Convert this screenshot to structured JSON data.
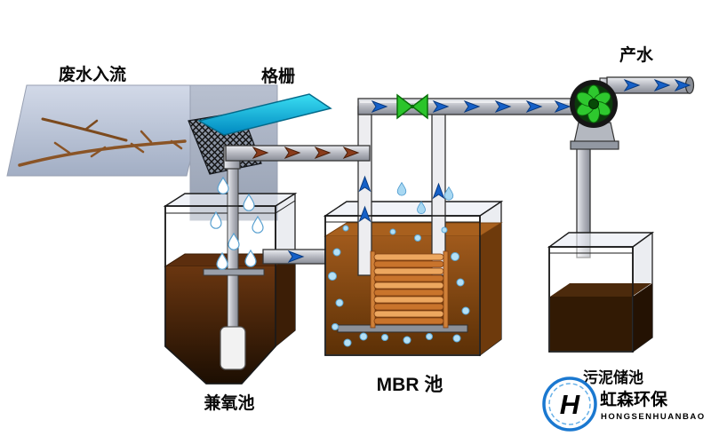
{
  "labels": {
    "inflow": "废水入流",
    "screen": "格栅",
    "product_water": "产水",
    "facultative_tank": "兼氧池",
    "mbr_tank": "MBR 池",
    "sludge_tank": "污泥储池"
  },
  "logo": {
    "company": "虹森环保",
    "romanized": "HONGSENHUANBAO",
    "monogram": "H"
  },
  "colors": {
    "pipe_gray": "#b6b8c0",
    "arrow_blue": "#1560c8",
    "arrow_brown": "#8a3c1c",
    "valve_green": "#2bc42b",
    "pump_blade_green": "#2ec82e",
    "screen_cyan": "#00b4dc",
    "facultative_liquid": "#3c1e06",
    "mbr_liquid": "#8a4a16",
    "membrane_orange": "#c9742c",
    "sludge_liquid": "#321a04",
    "inflow_plane": "#b4c0d4",
    "logo_blue": "#1a78d0",
    "logo_orange": "#e86a10"
  }
}
